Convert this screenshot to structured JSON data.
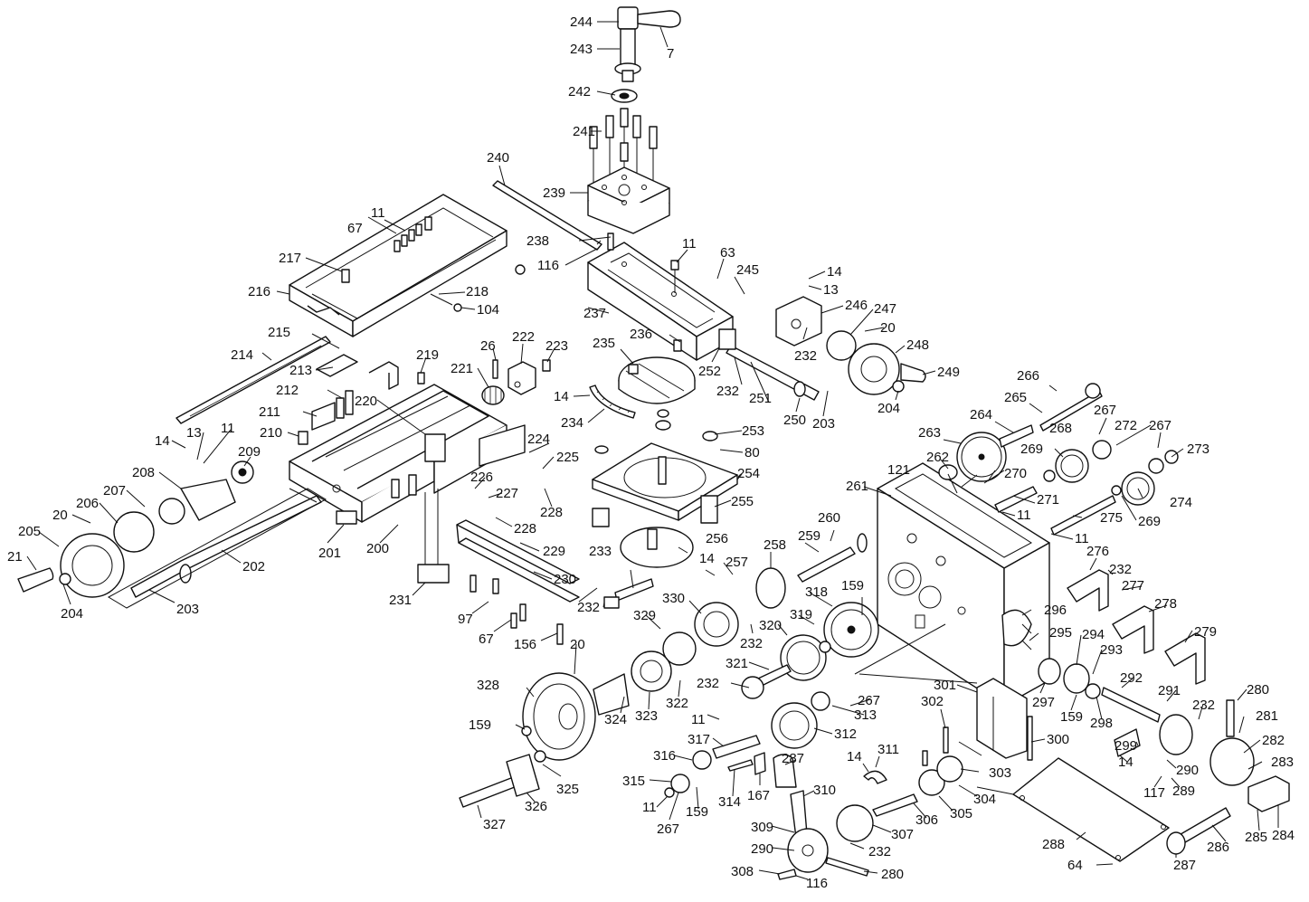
{
  "diagram": {
    "type": "exploded-parts-diagram",
    "subject": "lathe carriage, compound slide, tool post, apron and gearbox assembly",
    "callouts": [
      "244",
      "7",
      "243",
      "242",
      "241",
      "240",
      "239",
      "238",
      "116",
      "11",
      "63",
      "245",
      "14",
      "13",
      "67",
      "11",
      "217",
      "216",
      "218",
      "104",
      "237",
      "246",
      "247",
      "20",
      "232",
      "248",
      "249",
      "236",
      "235",
      "252",
      "232",
      "251",
      "250",
      "203",
      "204",
      "266",
      "265",
      "264",
      "263",
      "267",
      "272",
      "267",
      "273",
      "262",
      "121",
      "270",
      "269",
      "268",
      "271",
      "274",
      "269",
      "275",
      "11",
      "11",
      "261",
      "215",
      "214",
      "213",
      "219",
      "222",
      "223",
      "26",
      "221",
      "212",
      "220",
      "14",
      "234",
      "253",
      "80",
      "211",
      "210",
      "14",
      "13",
      "11",
      "209",
      "224",
      "225",
      "226",
      "227",
      "228",
      "228",
      "254",
      "255",
      "208",
      "207",
      "206",
      "20",
      "205",
      "21",
      "204",
      "202",
      "203",
      "201",
      "200",
      "229",
      "231",
      "230",
      "97",
      "67",
      "156",
      "233",
      "232",
      "256",
      "14",
      "257",
      "258",
      "259",
      "260",
      "159",
      "276",
      "232",
      "277",
      "278",
      "330",
      "329",
      "232",
      "318",
      "319",
      "320",
      "296",
      "295",
      "294",
      "293",
      "279",
      "321",
      "232",
      "267",
      "313",
      "292",
      "291",
      "232",
      "280",
      "281",
      "11",
      "312",
      "20",
      "328",
      "324",
      "323",
      "322",
      "159",
      "301",
      "297",
      "159",
      "298",
      "302",
      "300",
      "299",
      "14",
      "290",
      "282",
      "283",
      "317",
      "316",
      "315",
      "11",
      "267",
      "159",
      "314",
      "167",
      "287",
      "311",
      "14",
      "303",
      "304",
      "305",
      "306",
      "307",
      "232",
      "309",
      "290",
      "308",
      "116",
      "280",
      "310",
      "325",
      "326",
      "327",
      "117",
      "289",
      "285",
      "284",
      "286",
      "287",
      "288",
      "64"
    ]
  }
}
